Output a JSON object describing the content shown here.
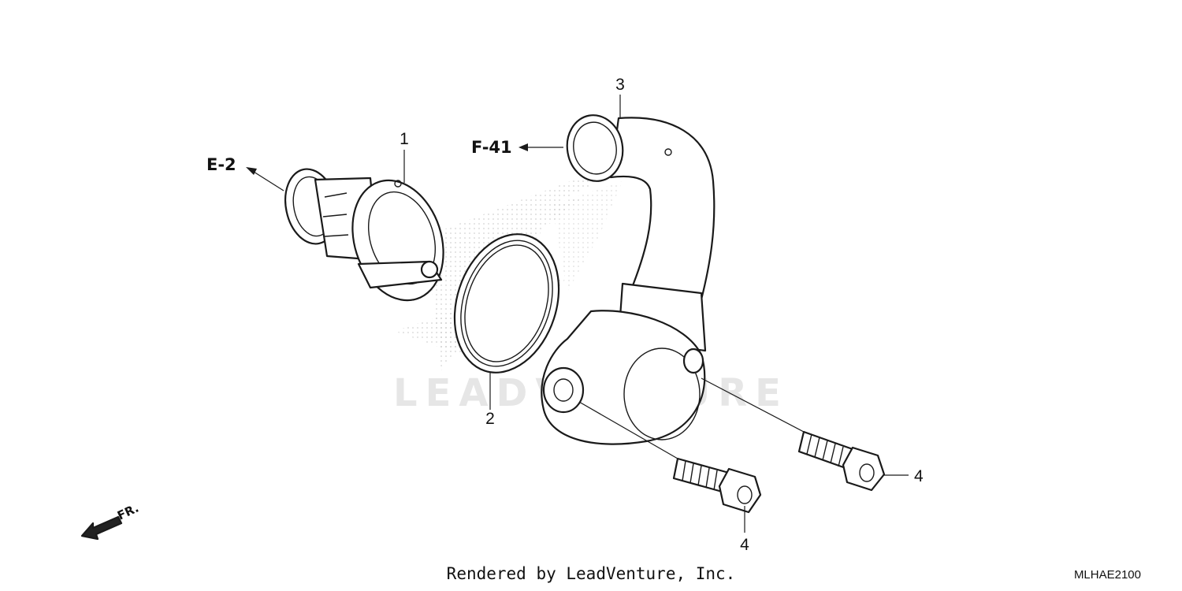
{
  "watermark": "LEADVENTURE",
  "parts": [
    {
      "number": "1",
      "name": "thermostat"
    },
    {
      "number": "2",
      "name": "o-ring"
    },
    {
      "number": "3",
      "name": "water-hose-and-cover"
    },
    {
      "number": "4",
      "name": "bolt"
    }
  ],
  "references": {
    "left": "E-2",
    "top": "F-41"
  },
  "direction_label": "FR.",
  "footer": {
    "credit": "Rendered by LeadVenture, Inc.",
    "diagram_code": "MLHAE2100"
  }
}
